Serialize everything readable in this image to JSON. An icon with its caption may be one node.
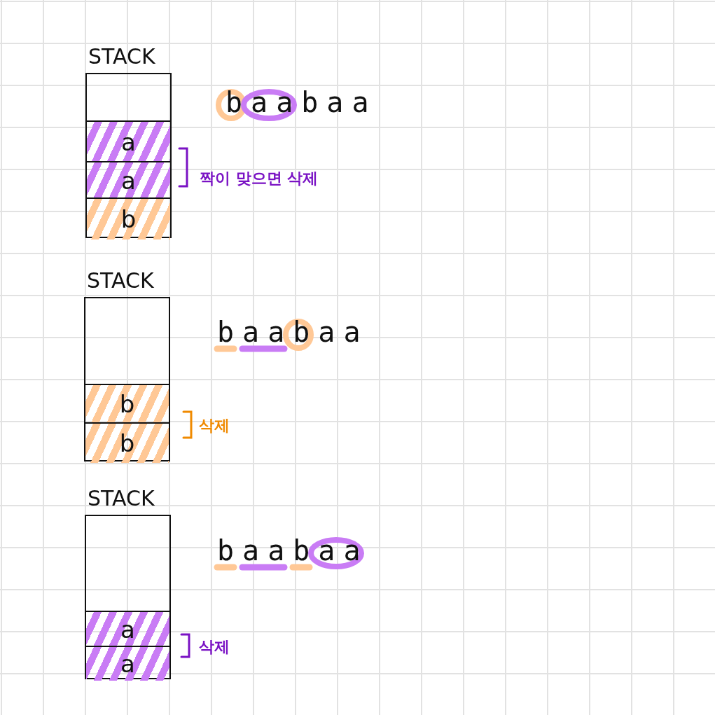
{
  "diagram": {
    "nodes": [
      {
        "text": [
          "STACK"
        ]
      },
      {
        "text": [
          "a"
        ],
        "in": 0
      },
      {
        "text": [
          "a"
        ],
        "in": 0
      },
      {
        "text": [
          "b"
        ],
        "in": 0
      },
      {
        "text": [
          "STACK"
        ]
      },
      {
        "text": [
          "b"
        ],
        "in": 4
      },
      {
        "text": [
          "b"
        ],
        "in": 4
      },
      {
        "text": [
          "STACK"
        ]
      },
      {
        "text": [
          "a"
        ],
        "in": 7
      },
      {
        "text": [
          "a"
        ],
        "in": 7
      }
    ],
    "edges": [],
    "labels": [
      "baabaa",
      "짝이 맞으면 삭제",
      "baabaa",
      "삭제",
      "baabaa",
      "삭제"
    ]
  }
}
